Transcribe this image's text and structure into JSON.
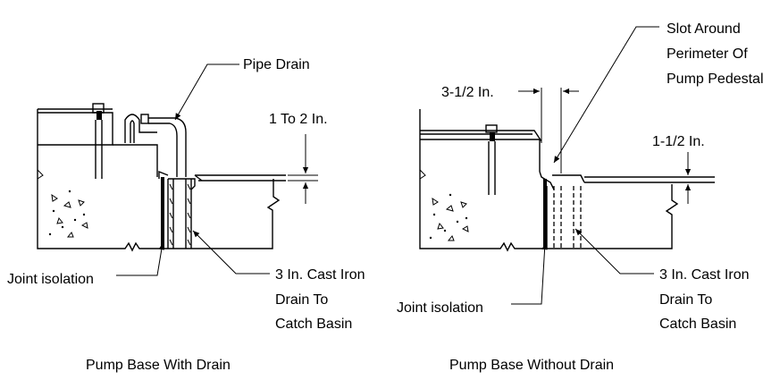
{
  "left_detail": {
    "caption": "Pump Base With Drain",
    "label_pipe_drain": "Pipe Drain",
    "label_gap": "1 To 2 In.",
    "label_joint": "Joint isolation",
    "label_drain_line1": "3 In. Cast Iron",
    "label_drain_line2": "Drain To",
    "label_drain_line3": "Catch Basin"
  },
  "right_detail": {
    "caption": "Pump Base Without Drain",
    "label_slot_line1": "Slot Around",
    "label_slot_line2": "Perimeter Of",
    "label_slot_line3": "Pump Pedestal",
    "label_width": "3-1/2 In.",
    "label_gap": "1-1/2 In.",
    "label_joint": "Joint isolation",
    "label_drain_line1": "3 In. Cast Iron",
    "label_drain_line2": "Drain To",
    "label_drain_line3": "Catch Basin"
  }
}
